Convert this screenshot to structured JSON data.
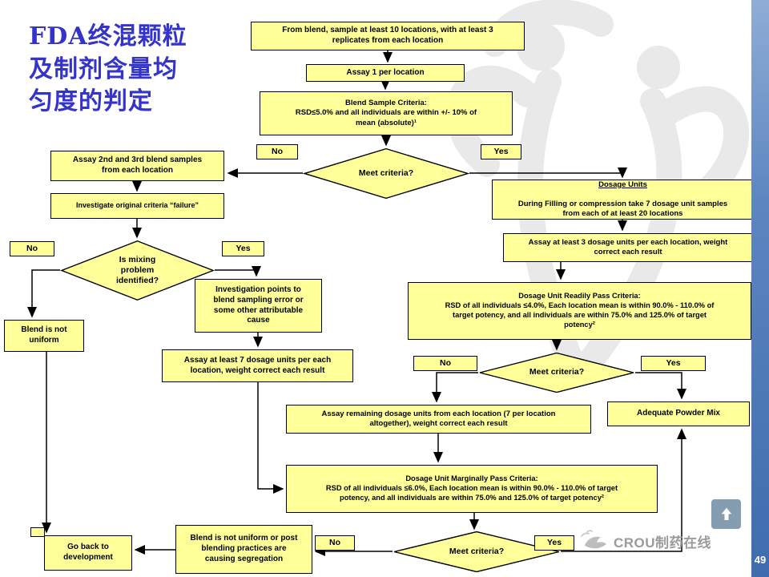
{
  "title": "FDA终混颗粒\n及制剂含量均\n匀度的判定",
  "page_number": "49",
  "brand": {
    "logo_text": "CROU制药在线"
  },
  "labels": {
    "no": "No",
    "yes": "Yes"
  },
  "colors": {
    "node_fill": "#FFFF99",
    "node_border": "#000000",
    "title": "#3434CB",
    "sidebar": "#3F6CAE"
  },
  "nodes": {
    "sample_blend": "From blend, sample at least 10 locations, with at least 3\nreplicates from each location",
    "assay_one": "Assay 1 per location",
    "blend_criteria": "Blend Sample Criteria:\nRSD≤5.0% and all individuals are within +/- 10% of\nmean (absolute)¹",
    "meet_criteria_1": "Meet criteria?",
    "assay_2nd_3rd": "Assay 2nd and 3rd blend samples\nfrom each location",
    "investigate_failure": "Investigate original criteria “failure”",
    "mixing_problem": "Is mixing\nproblem\nidentified?",
    "blend_not_uniform": "Blend is not\nuniform",
    "investigation_points": "Investigation points to\nblend sampling error or\nsome other attributable\ncause",
    "assay_7_units": "Assay at least 7 dosage units per each\nlocation, weight correct each result",
    "dosage_units_title": "Dosage Units",
    "dosage_units_body": "During Filling or compression take 7 dosage unit samples\nfrom each of at least 20 locations",
    "assay_3_units": "Assay at least 3 dosage units per each location, weight\ncorrect each result",
    "readily_pass": "Dosage Unit Readily Pass Criteria:\nRSD of all individuals ≤4.0%, Each location mean is within 90.0% - 110.0% of\ntarget potency, and all individuals are within 75.0% and 125.0% of target\npotency²",
    "meet_criteria_2": "Meet criteria?",
    "assay_remaining": "Assay remaining dosage units from each location (7 per location\naltogether), weight correct each result",
    "adequate_mix": "Adequate Powder Mix",
    "marginally_pass": "Dosage Unit Marginally Pass Criteria:\nRSD of all individuals ≤6.0%, Each location mean is within 90.0% - 110.0% of target\npotency, and all individuals are within 75.0% and 125.0% of target potency²",
    "meet_criteria_3": "Meet criteria?",
    "blend_not_uniform_post": "Blend is not uniform or post\nblending practices are\ncausing segregation",
    "go_back": "Go back to\ndevelopment"
  }
}
